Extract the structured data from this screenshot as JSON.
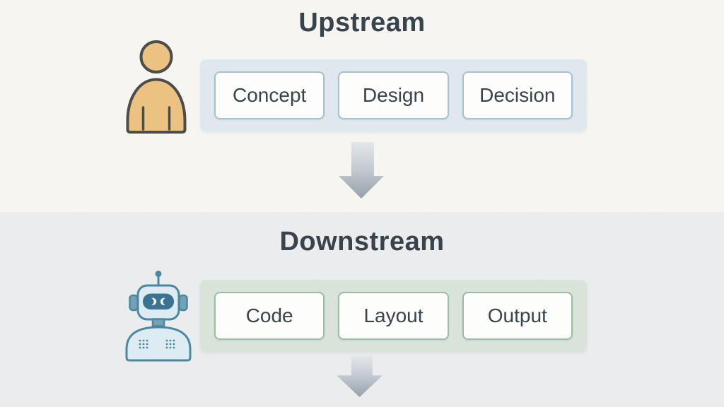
{
  "sections": {
    "upstream": {
      "title": "Upstream",
      "actor_icon": "person-icon",
      "steps": [
        "Concept",
        "Design",
        "Decision"
      ]
    },
    "downstream": {
      "title": "Downstream",
      "actor_icon": "robot-icon",
      "steps": [
        "Code",
        "Layout",
        "Output"
      ]
    }
  },
  "palette": {
    "title_text": "#39434c",
    "step_text": "#39434c",
    "top_background": "#f7f6f3",
    "bottom_background": "#ebedee",
    "upstream_panel": "#dfe9ed",
    "upstream_box_border": "#a6c1d1",
    "downstream_panel": "#d8e4d9",
    "downstream_box_border": "#9cbca3",
    "person_fill": "#ecc282",
    "person_outline": "#4c4c48",
    "robot_fill": "#ddecf2",
    "robot_outline": "#4c86a0",
    "robot_visor": "#3c7390",
    "arrow_gradient_top": "#e3e7eb",
    "arrow_gradient_bottom": "#96a1ab"
  }
}
